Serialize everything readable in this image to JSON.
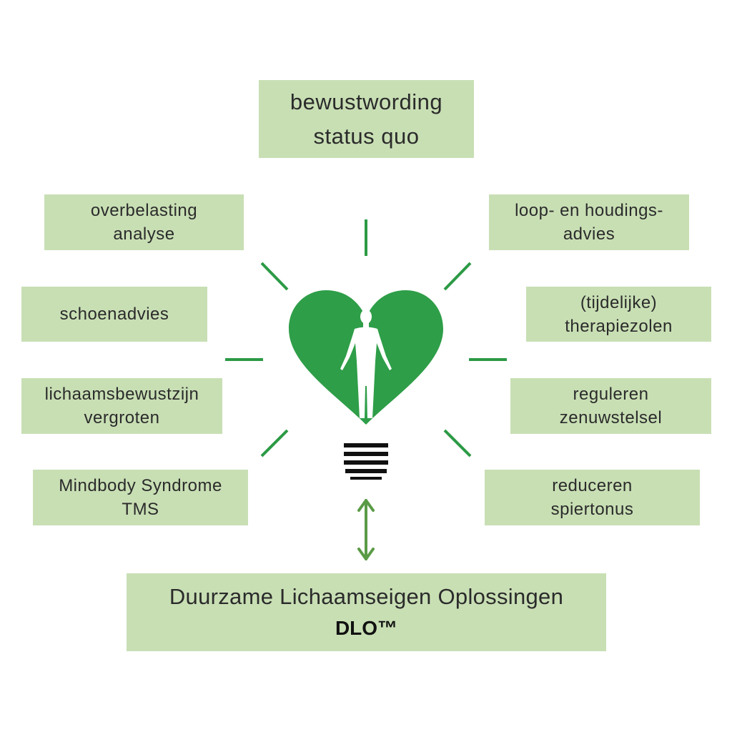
{
  "top": {
    "line1": "bewustwording",
    "line2": "status quo"
  },
  "left": [
    {
      "line1": "overbelasting",
      "line2": "analyse"
    },
    {
      "line1": "schoenadvies"
    },
    {
      "line1": "lichaamsbewustzijn",
      "line2": "vergroten"
    },
    {
      "line1": "Mindbody Syndrome",
      "line2": "TMS"
    }
  ],
  "right": [
    {
      "line1": "loop- en houdings-",
      "line2": "advies"
    },
    {
      "line1": "(tijdelijke)",
      "line2": "therapiezolen"
    },
    {
      "line1": "reguleren",
      "line2": "zenuwstelsel"
    },
    {
      "line1": "reduceren",
      "line2": "spiertonus"
    }
  ],
  "bottom": {
    "line1": "Duurzame Lichaamseigen Oplossingen",
    "line2": "DLO™"
  },
  "colors": {
    "box_fill": "#c8dfb4",
    "heart_green": "#2e9e48",
    "ray_green": "#2c9a45",
    "arrow_green": "#5a9b46",
    "bulb_base": "#111111"
  },
  "icons": {
    "center": "lightbulb-heart-icon",
    "figure": "human-figure-icon"
  }
}
